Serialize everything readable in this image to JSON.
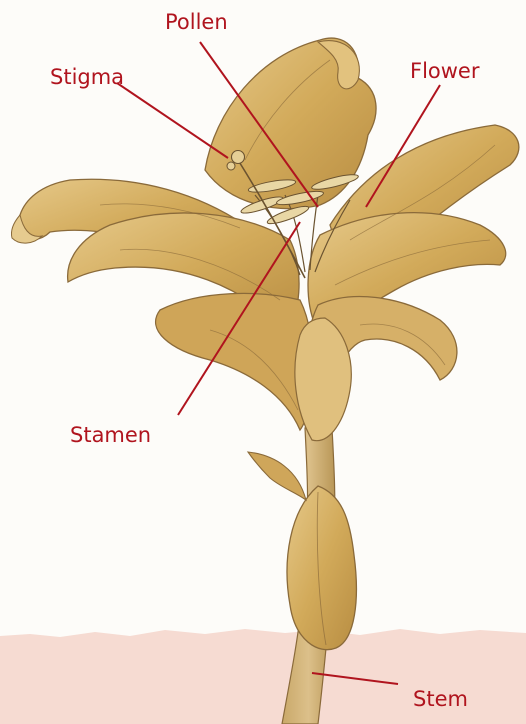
{
  "diagram": {
    "labels": {
      "pollen": "Pollen",
      "stigma": "Stigma",
      "flower": "Flower",
      "stamen": "Stamen",
      "stem": "Stem"
    },
    "colors": {
      "label_text": "#b0141e",
      "leader_line": "#b0141e",
      "petal_fill": "#d4ad5c",
      "petal_outline": "#8a6a3a",
      "ground_band": "#f6dbd2",
      "background": "#fdfcf9"
    }
  }
}
